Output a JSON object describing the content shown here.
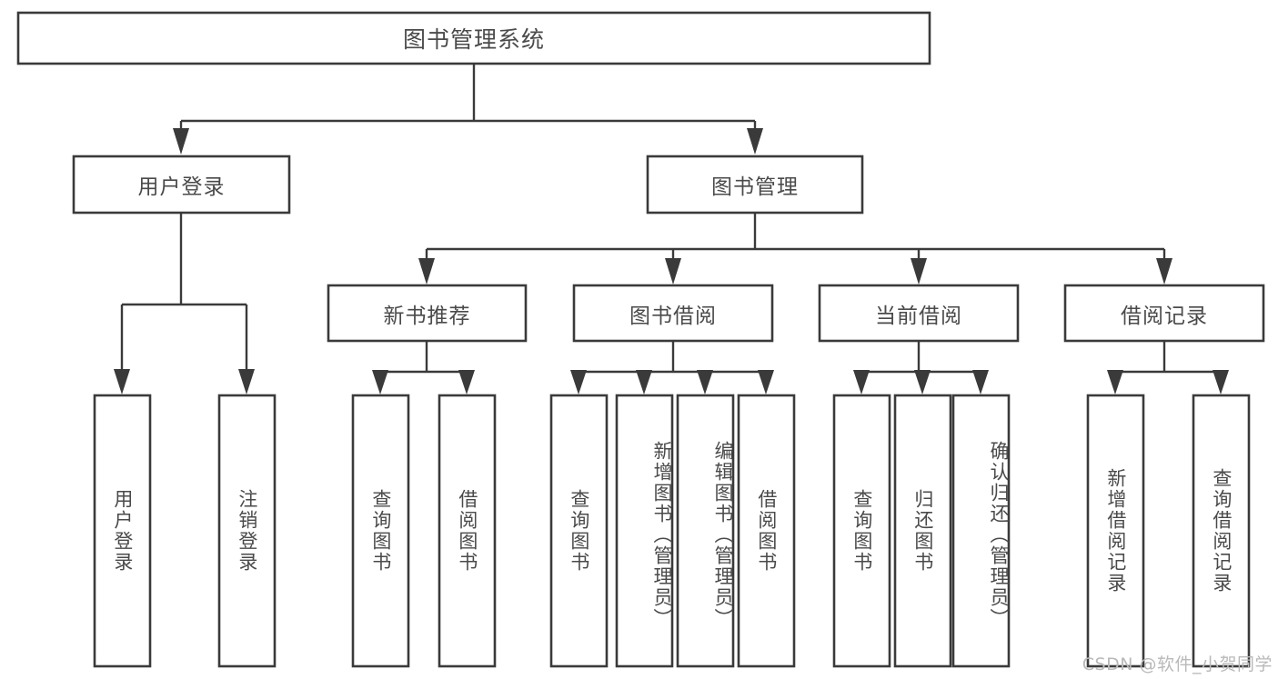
{
  "diagram": {
    "title": "图书管理系统",
    "type": "tree",
    "watermark": "CSDN @软件_小贺同学",
    "colors": {
      "stroke": "#3a3a3a",
      "box_fill": "#ffffff",
      "text": "#4a4a4a",
      "background": "#ffffff",
      "watermark": "#b9b9b9"
    },
    "levels": {
      "root": "图书管理系统",
      "level1": [
        "用户登录",
        "图书管理"
      ],
      "level2": [
        "新书推荐",
        "图书借阅",
        "当前借阅",
        "借阅记录"
      ]
    },
    "nodes": {
      "root": {
        "label": "图书管理系统",
        "orientation": "horizontal"
      },
      "user_login": {
        "label": "用户登录",
        "orientation": "horizontal"
      },
      "book_manage": {
        "label": "图书管理",
        "orientation": "horizontal"
      },
      "new_book_rec": {
        "label": "新书推荐",
        "orientation": "horizontal"
      },
      "book_borrow": {
        "label": "图书借阅",
        "orientation": "horizontal"
      },
      "current_borrow": {
        "label": "当前借阅",
        "orientation": "horizontal"
      },
      "borrow_record": {
        "label": "借阅记录",
        "orientation": "horizontal"
      }
    },
    "leaves": {
      "user_login": [
        {
          "label": "用户登录"
        },
        {
          "label": "注销登录"
        }
      ],
      "new_book_rec": [
        {
          "label": "查询图书"
        },
        {
          "label": "借阅图书"
        }
      ],
      "book_borrow": [
        {
          "label": "查询图书"
        },
        {
          "label": "新增图书（管理员）"
        },
        {
          "label": "编辑图书（管理员）"
        },
        {
          "label": "借阅图书"
        }
      ],
      "current_borrow": [
        {
          "label": "查询图书"
        },
        {
          "label": "归还图书"
        },
        {
          "label": "确认归还（管理员）"
        }
      ],
      "borrow_record": [
        {
          "label": "新增借阅记录"
        },
        {
          "label": "查询借阅记录"
        }
      ]
    }
  }
}
